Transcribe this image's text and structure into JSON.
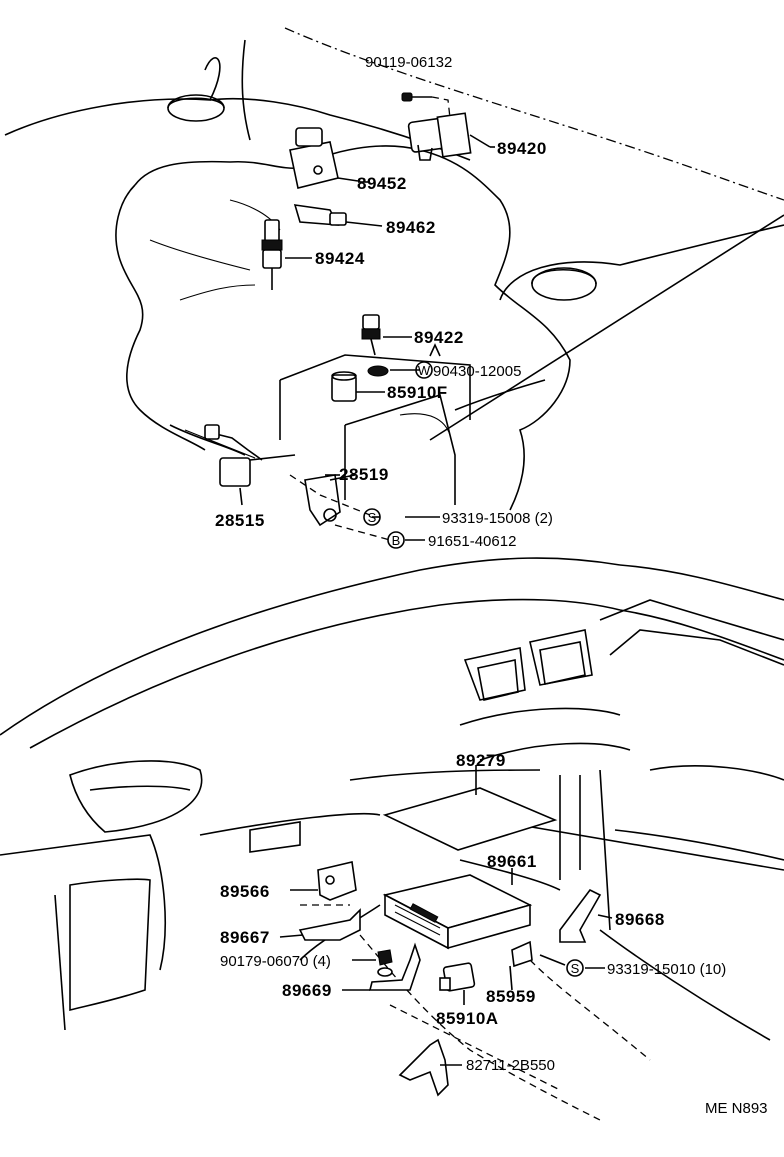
{
  "diagram": {
    "callouts": {
      "p90119_06132": "90119-06132",
      "p89420": "89420",
      "p89452": "89452",
      "p89462": "89462",
      "p89424": "89424",
      "p89422": "89422",
      "p90430_12005": "90430-12005",
      "p85910F": "85910F",
      "p28519": "28519",
      "p28515": "28515",
      "p93319_15008": "93319-15008 (2)",
      "p91651_40612": "91651-40612",
      "p89279": "89279",
      "p89661": "89661",
      "p89566": "89566",
      "p89668": "89668",
      "p89667": "89667",
      "p90179_06070": "90179-06070 (4)",
      "p93319_15010": "93319-15010 (10)",
      "p89669": "89669",
      "p85959": "85959",
      "p85910A": "85910A",
      "p82711_2B550": "82711-2B550",
      "drawing_code": "ME N893"
    },
    "symbols": {
      "s": "S",
      "b": "B",
      "w": "W"
    }
  }
}
